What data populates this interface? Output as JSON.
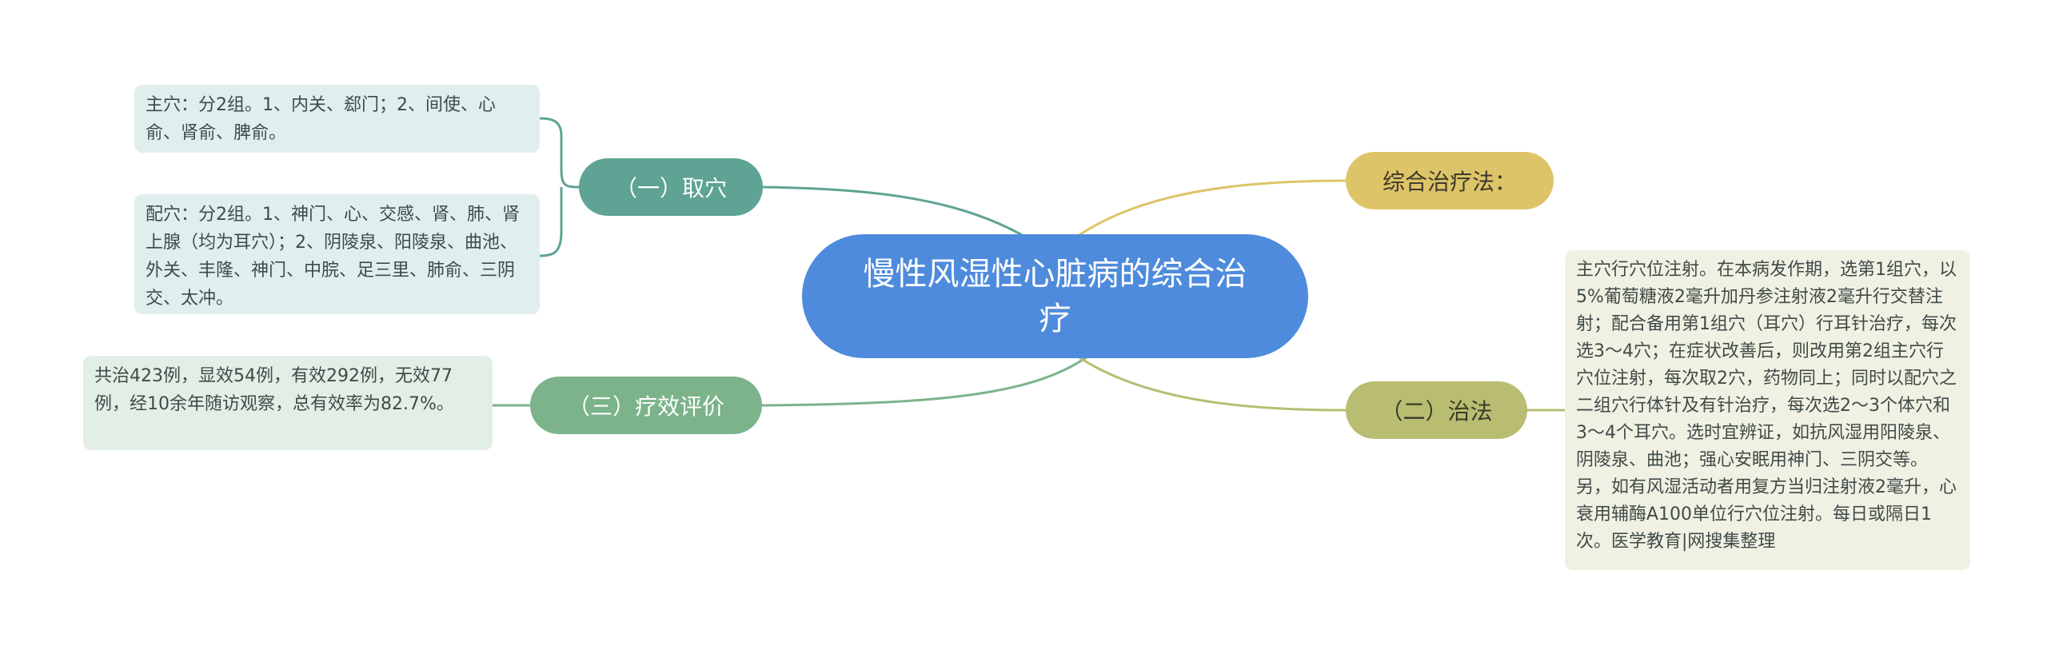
{
  "root": {
    "title": "慢性风湿性心脏病的综合治疗"
  },
  "branches": {
    "qu_xue": {
      "label": "（一）取穴"
    },
    "liao_xiao": {
      "label": "（三）疗效评价"
    },
    "zong_he": {
      "label": "综合治疗法："
    },
    "zhi_fa": {
      "label": "（二）治法"
    }
  },
  "leaves": {
    "zhu_xue": "主穴：分2组。1、内关、郄门；2、间使、心俞、肾俞、脾俞。",
    "pei_xue": "配穴：分2组。1、神门、心、交感、肾、肺、肾上腺（均为耳穴）；2、阴陵泉、阳陵泉、曲池、外关、丰隆、神门、中脘、足三里、肺俞、三阴交、太冲。",
    "liao_xiao_text": "共治423例，显效54例，有效292例，无效77例，经10余年随访观察，总有效率为82.7%。",
    "zhi_fa_text": "主穴行穴位注射。在本病发作期，选第1组穴，以5%葡萄糖液2毫升加丹参注射液2毫升行交替注射；配合备用第1组穴（耳穴）行耳针治疗，每次选3～4穴；在症状改善后，则改用第2组主穴行穴位注射，每次取2穴，药物同上；同时以配穴之二组穴行体针及有针治疗，每次选2～3个体穴和3～4个耳穴。选时宜辨证，如抗风湿用阳陵泉、阴陵泉、曲池；强心安眠用神门、三阴交等。另，如有风湿活动者用复方当归注射液2毫升，心衰用辅酶A100单位行穴位注射。每日或隔日1次。医学教育|网搜集整理"
  },
  "colors": {
    "root": "#4e8bdc",
    "teal": "#5ea394",
    "green": "#7cb38a",
    "gold": "#dec468",
    "olive": "#b8bd72"
  }
}
